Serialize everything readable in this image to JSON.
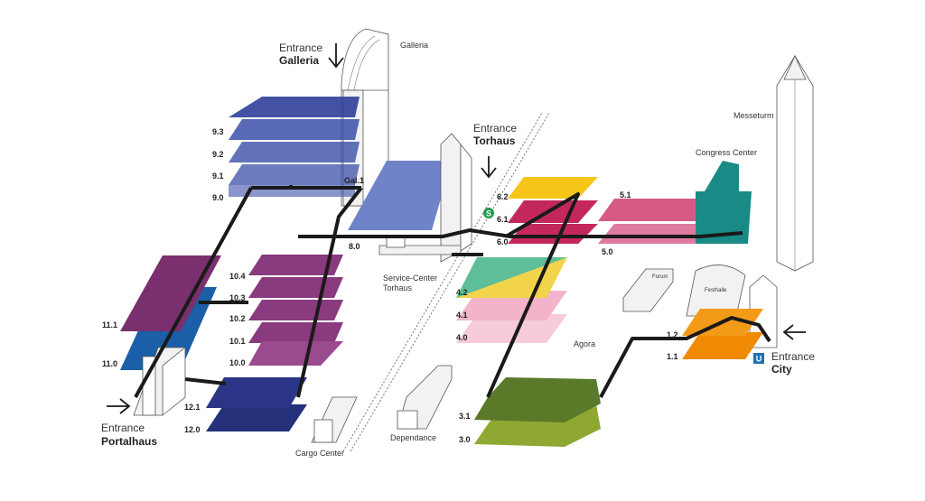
{
  "entrances": {
    "galleria": {
      "prefix": "Entrance",
      "name": "Galleria"
    },
    "torhaus": {
      "prefix": "Entrance",
      "name": "Torhaus"
    },
    "portalhaus": {
      "prefix": "Entrance",
      "name": "Portalhaus"
    },
    "city": {
      "prefix": "Entrance",
      "name": "City"
    }
  },
  "buildings": {
    "galleria": "Galleria",
    "messeturm": "Messeturm",
    "congress_center": "Congress Center",
    "service_center_line1": "Service-Center",
    "service_center_line2": "Torhaus",
    "agora": "Agora",
    "dependance": "Dependance",
    "cargo_center": "Cargo Center",
    "forum": "Forum",
    "festhalle": "Festhalle",
    "gal1": "Gal.1"
  },
  "halls": {
    "h9_3": "9.3",
    "h9_2": "9.2",
    "h9_1": "9.1",
    "h9_0": "9.0",
    "h8_0": "8.0",
    "h11_1": "11.1",
    "h11_0": "11.0",
    "h10_4": "10.4",
    "h10_3": "10.3",
    "h10_2": "10.2",
    "h10_1": "10.1",
    "h10_0": "10.0",
    "h12_1": "12.1",
    "h12_0": "12.0",
    "h6_2": "6.2",
    "h6_1": "6.1",
    "h6_0": "6.0",
    "h5_1": "5.1",
    "h5_0": "5.0",
    "h4_2": "4.2",
    "h4_1": "4.1",
    "h4_0": "4.0",
    "h3_1": "3.1",
    "h3_0": "3.0",
    "h1_2": "1.2",
    "h1_1": "1.1"
  },
  "icons": {
    "s_bahn": "S",
    "u_bahn": "U"
  },
  "colors": {
    "hall9": "#3b4fa8",
    "hall8": "#6f83c8",
    "hall11": "#7a2f6e",
    "hall11_0": "#1a5fa8",
    "hall10": "#8a3a7e",
    "hall12": "#25307a",
    "hall6_2": "#f5c518",
    "hall6": "#c4285a",
    "hall5": "#d65a86",
    "hall4_2": "#f2d44a",
    "hall4": "#f3b4cb",
    "hall3": "#5a7a2a",
    "hall3_0": "#8fa832",
    "hall1": "#f08a00",
    "congress": "#1a8a86",
    "s_bahn": "#1f9a4a",
    "u_bahn": "#1f6fb8"
  }
}
